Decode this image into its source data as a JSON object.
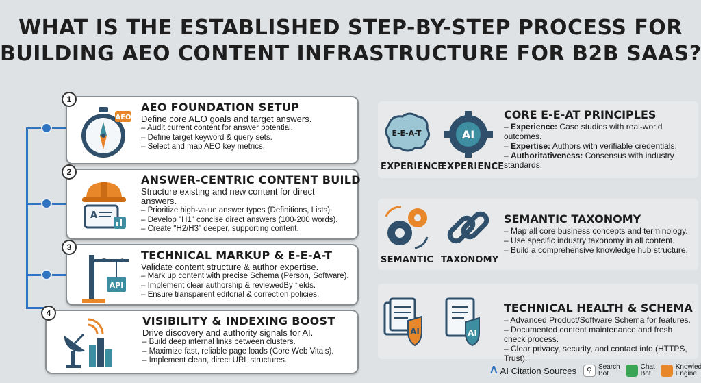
{
  "title": {
    "line1": "WHAT IS THE ESTABLISHED STEP-BY-STEP PROCESS FOR",
    "line2": "BUILDING AEO CONTENT INFRASTRUCTURE FOR B2B SAAS?"
  },
  "steps": [
    {
      "number": "1",
      "icon": "stopwatch-compass-icon",
      "badge": "AEO",
      "title": "AEO FOUNDATION SETUP",
      "lead": "Define core AEO goals and target answers.",
      "items": [
        "Audit current content for answer potential.",
        "Define target keyword & query sets.",
        "Select and map AEO key metrics."
      ]
    },
    {
      "number": "2",
      "icon": "hardhat-document-icon",
      "title": "ANSWER-CENTRIC CONTENT BUILD",
      "lead": "Structure existing and new content for direct answers.",
      "items": [
        "Prioritize high-value answer types (Definitions, Lists).",
        "Develop \"H1\" concise direct answers (100-200 words).",
        "Create \"H2/H3\" deeper, supporting content."
      ]
    },
    {
      "number": "3",
      "icon": "crane-api-icon",
      "badge": "API",
      "title": "TECHNICAL MARKUP & E-E-A-T",
      "lead": "Validate content structure & author expertise.",
      "items": [
        "Mark up content with precise Schema (Person, Software).",
        "Implement clear authorship & reviewedBy fields.",
        "Ensure transparent editorial & correction policies."
      ]
    },
    {
      "number": "4",
      "icon": "satellite-city-icon",
      "title": "VISIBILITY & INDEXING BOOST",
      "lead": "Drive discovery and authority signals for AI.",
      "items": [
        "Build deep internal links between clusters.",
        "Maximize fast, reliable page loads (Core Web Vitals).",
        "Implement clean, direct URL structures."
      ]
    }
  ],
  "panels": [
    {
      "icon1": "brain-eeat-icon",
      "icon1_text": "E-E-A-T",
      "icon2": "gear-ai-icon",
      "icon2_text": "AI",
      "caption1": "EXPERIENCE",
      "caption2": "EXPERIENCE",
      "title": "CORE E-E-AT PRINCIPLES",
      "items": [
        {
          "term": "Experience:",
          "text": " Case studies with real-world outcomes."
        },
        {
          "term": "Expertise:",
          "text": " Authors with verifiable credentials."
        },
        {
          "term": "Authoritativeness:",
          "text": " Consensus with industry standards."
        }
      ]
    },
    {
      "icon1": "gears-icon",
      "icon2": "chain-link-icon",
      "caption1": "SEMANTIC",
      "caption2": "TAXONOMY",
      "title": "SEMANTIC TAXONOMY",
      "items": [
        {
          "term": "",
          "text": "Map all core business concepts and terminology."
        },
        {
          "term": "",
          "text": "Use specific industry taxonomy in all content."
        },
        {
          "term": "",
          "text": "Build a comprehensive knowledge hub structure."
        }
      ]
    },
    {
      "icon1": "documents-shield-icon",
      "icon1_text": "AI",
      "icon2": "document-shield-icon",
      "icon2_text": "AI",
      "title": "TECHNICAL HEALTH & SCHEMA",
      "items": [
        {
          "term": "",
          "text": "Advanced Product/Software Schema for features."
        },
        {
          "term": "",
          "text": "Documented content maintenance and fresh check process."
        },
        {
          "term": "",
          "text": "Clear privacy, security, and contact info (HTTPS, Trust)."
        }
      ]
    }
  ],
  "legend": {
    "main": "AI Citation Sources",
    "items": [
      {
        "icon": "search-icon",
        "line1": "Search",
        "line2": "Bot",
        "color": "#ffffff"
      },
      {
        "icon": "chat-icon",
        "line1": "Chat",
        "line2": "Bot",
        "color": "#3aa655"
      },
      {
        "icon": "knowledge-icon",
        "line1": "Knowledge",
        "line2": "Engine",
        "color": "#e8872a"
      }
    ]
  },
  "colors": {
    "accent_blue": "#2f74c0",
    "orange": "#e8872a",
    "teal": "#3d8ea0",
    "background": "#dfe2e4"
  }
}
